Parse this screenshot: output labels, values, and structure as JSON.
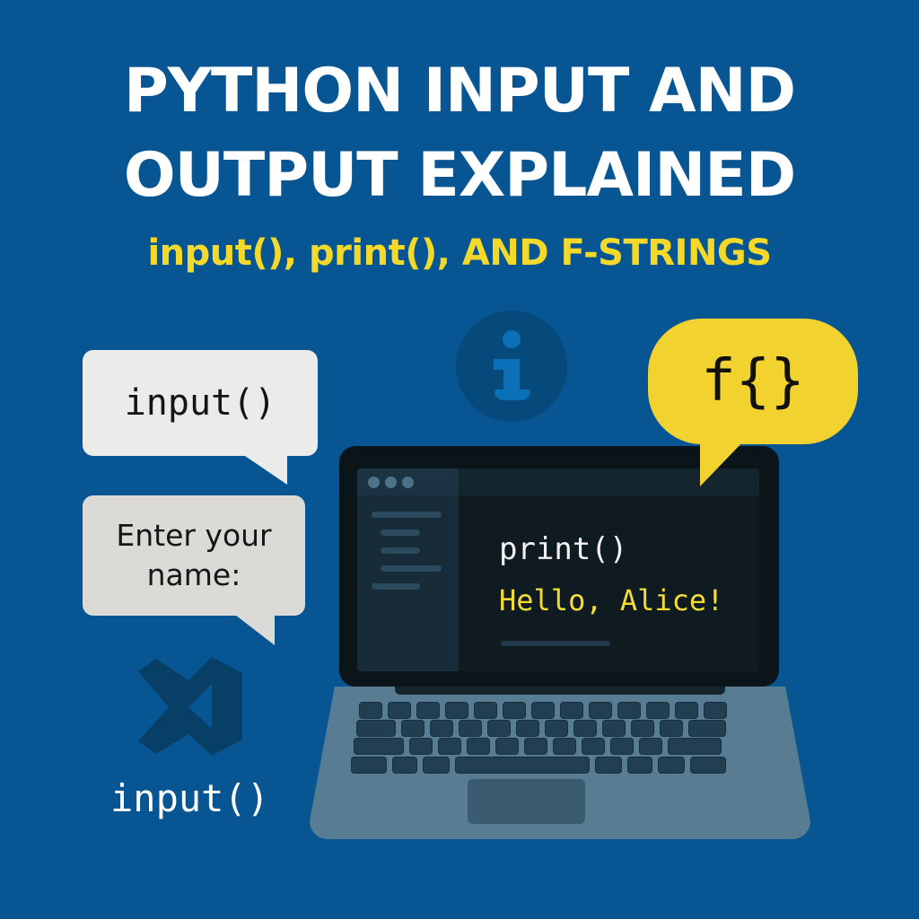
{
  "header": {
    "title_line1": "PYTHON INPUT AND",
    "title_line2": "OUTPUT EXPLAINED",
    "subtitle_part1": "input(), print(),",
    "subtitle_part2": "AND F-STRINGS"
  },
  "bubbles": {
    "input_bubble": "input()",
    "prompt_line1": "Enter your",
    "prompt_line2": "name:",
    "fstring_bubble": "f{}"
  },
  "icons": [
    "info-icon",
    "vscode-logo-icon",
    "laptop-icon"
  ],
  "bottom_label": "input()",
  "screen": {
    "code_line": "print()",
    "output_line": "Hello, Alice!"
  },
  "colors": {
    "background": "#075693",
    "accent_yellow": "#f2d22f",
    "title_white": "#ffffff"
  }
}
